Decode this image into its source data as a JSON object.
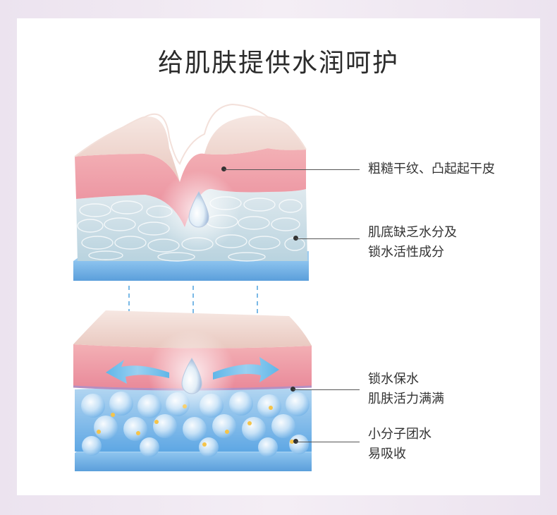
{
  "title": "给肌肤提供水润呵护",
  "labels": {
    "rough": "粗糙干纹、凸起起干皮",
    "lack_line1": "肌底缺乏水分及",
    "lack_line2": "锁水活性成分",
    "lock_line1": "锁水保水",
    "lock_line2": "肌肤活力满满",
    "small_line1": "小分子团水",
    "small_line2": "易吸收"
  },
  "colors": {
    "skin_top": "#f1ddd6",
    "skin_pink": "#ee9aa5",
    "dermis_top": "#c9dbe4",
    "dermis_bottom": "#6fb3e6",
    "base_blue": "#7ab5e6",
    "arrow": "#4aa8df"
  }
}
